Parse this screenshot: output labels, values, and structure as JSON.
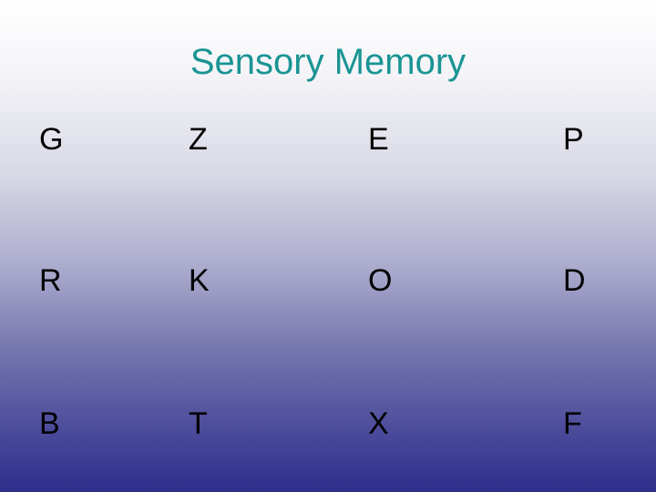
{
  "slide": {
    "title": "Sensory Memory",
    "rows": [
      [
        "G",
        "Z",
        "E",
        "P"
      ],
      [
        "R",
        "K",
        "O",
        "D"
      ],
      [
        "B",
        "T",
        "X",
        "F"
      ]
    ],
    "colors": {
      "title": "#1a9494",
      "letters": "#000000",
      "background_top": "#ffffff",
      "background_bottom": "#2e2e8c"
    }
  }
}
